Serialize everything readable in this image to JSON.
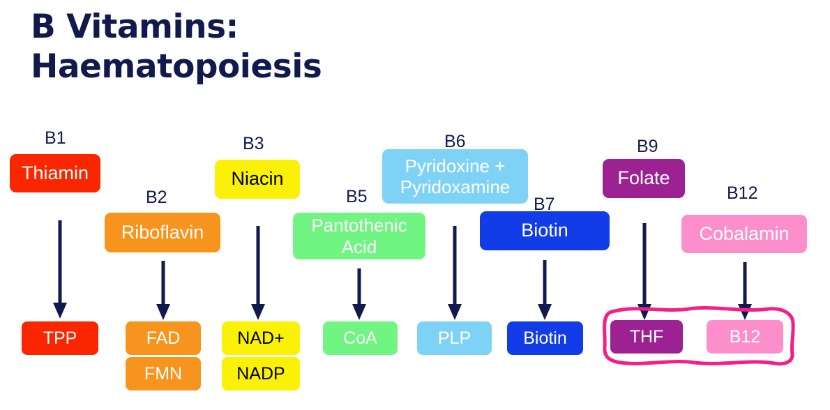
{
  "slide": {
    "title": "B Vitamins:\nHaematopoiesis",
    "background": "#ffffff",
    "title_color": "#101a4d",
    "arrow_color": "#101a4d",
    "highlight_color": "#f41f86"
  },
  "vitamins": [
    {
      "number_label": "B1",
      "name": "Thiamin",
      "color": "#fa2600",
      "text_color": "#ffffff",
      "products": [
        "TPP"
      ]
    },
    {
      "number_label": "B2",
      "name": "Riboflavin",
      "color": "#f7941d",
      "text_color": "#ffffff",
      "products": [
        "FAD",
        "FMN"
      ]
    },
    {
      "number_label": "B3",
      "name": "Niacin",
      "color": "#fbf106",
      "text_color": "#000000",
      "products": [
        "NAD+",
        "NADP"
      ]
    },
    {
      "number_label": "B5",
      "name": "Pantothenic Acid",
      "color": "#71f582",
      "text_color": "#ffffff",
      "products": [
        "CoA"
      ]
    },
    {
      "number_label": "B6",
      "name": "Pyridoxine + Pyridoxamine",
      "color": "#7ed2f5",
      "text_color": "#ffffff",
      "products": [
        "PLP"
      ]
    },
    {
      "number_label": "B7",
      "name": "Biotin",
      "color": "#123ce8",
      "text_color": "#ffffff",
      "products": [
        "Biotin"
      ]
    },
    {
      "number_label": "B9",
      "name": "Folate",
      "color": "#9c2192",
      "text_color": "#ffffff",
      "products": [
        "THF"
      ]
    },
    {
      "number_label": "B12",
      "name": "Cobalamin",
      "color": "#fc8fcb",
      "text_color": "#ffffff",
      "products": [
        "B12"
      ]
    }
  ],
  "chart_data": {
    "type": "diagram",
    "title": "B Vitamins: Haematopoiesis",
    "description": "Flow diagram: each B vitamin box points with a downward arrow to its active coenzyme form(s).",
    "nodes": [
      {
        "id": "B1",
        "label": "Thiamin",
        "products": [
          "TPP"
        ]
      },
      {
        "id": "B2",
        "label": "Riboflavin",
        "products": [
          "FAD",
          "FMN"
        ]
      },
      {
        "id": "B3",
        "label": "Niacin",
        "products": [
          "NAD+",
          "NADP"
        ]
      },
      {
        "id": "B5",
        "label": "Pantothenic Acid",
        "products": [
          "CoA"
        ]
      },
      {
        "id": "B6",
        "label": "Pyridoxine + Pyridoxamine",
        "products": [
          "PLP"
        ]
      },
      {
        "id": "B7",
        "label": "Biotin",
        "products": [
          "Biotin"
        ]
      },
      {
        "id": "B9",
        "label": "Folate",
        "products": [
          "THF"
        ]
      },
      {
        "id": "B12",
        "label": "Cobalamin",
        "products": [
          "B12"
        ]
      }
    ],
    "highlighted_products": [
      "THF",
      "B12"
    ],
    "highlight_note": "Hand-drawn pink outline encircling THF and B12"
  }
}
